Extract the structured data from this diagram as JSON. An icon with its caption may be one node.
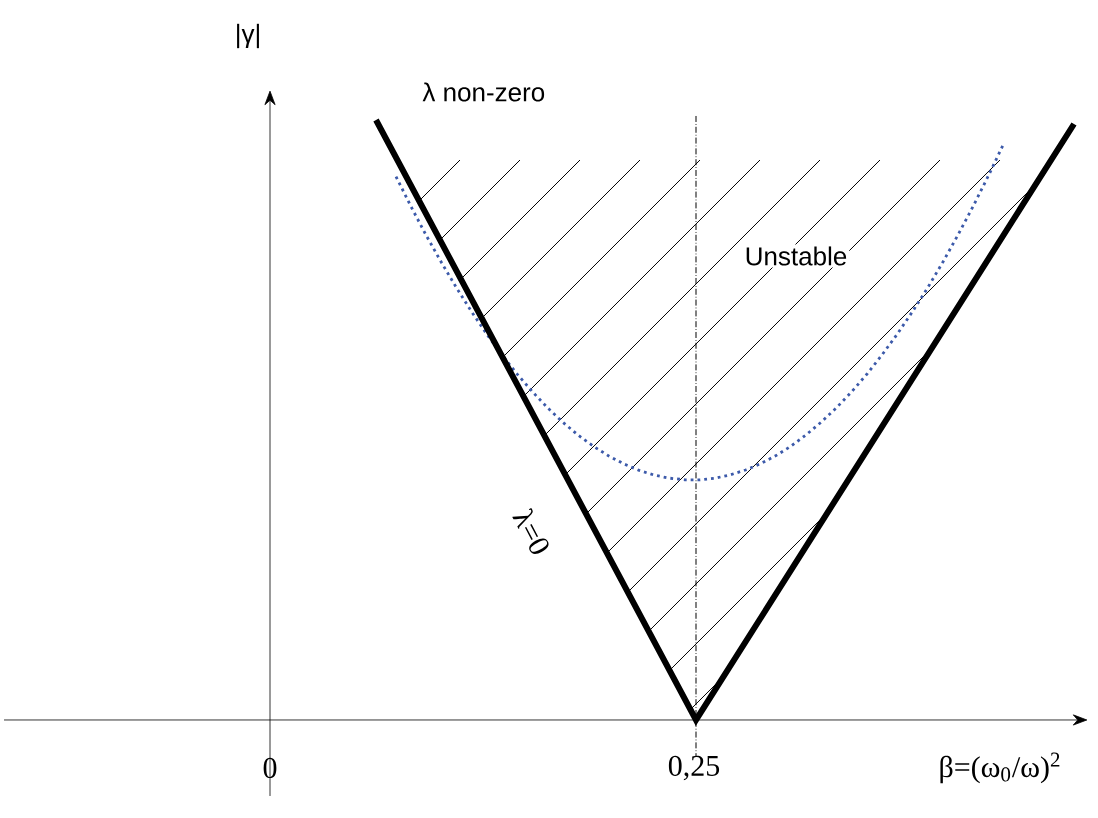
{
  "diagram": {
    "labels": [
      "|γ|",
      "λ non-zero",
      "Unstable",
      "λ=0",
      "0",
      "0,25",
      "β=(ω$_{0}$/ω)$^{2}$"
    ]
  }
}
